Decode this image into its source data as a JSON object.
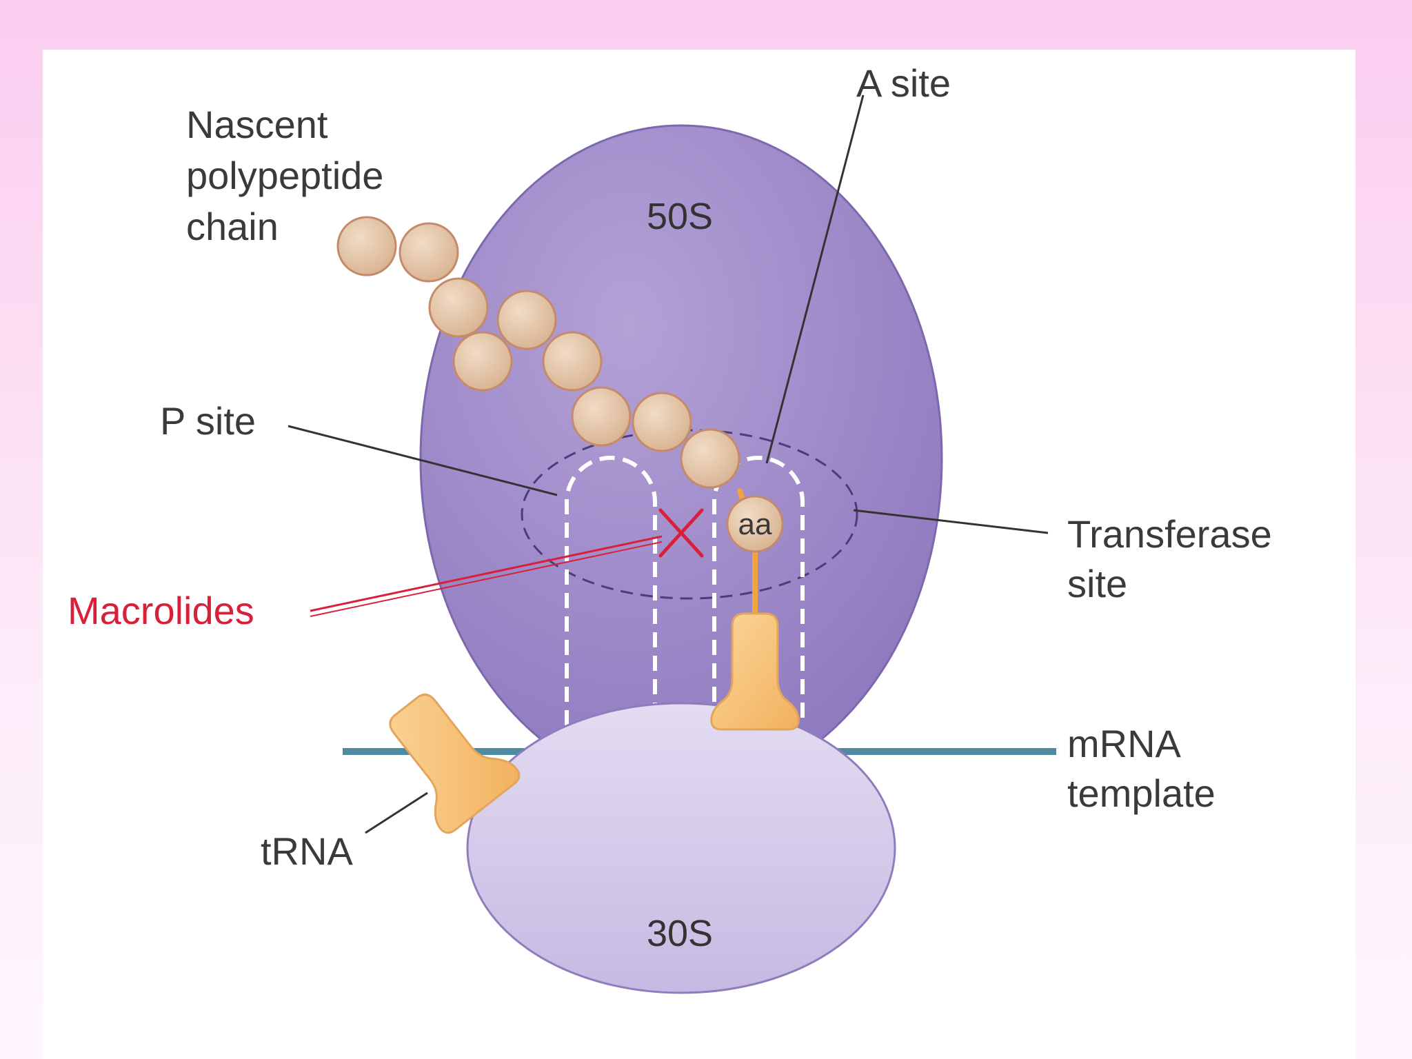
{
  "labels": {
    "nascent_line1": "Nascent",
    "nascent_line2": "polypeptide",
    "nascent_line3": "chain",
    "a_site": "A site",
    "subunit_50s": "50S",
    "subunit_30s": "30S",
    "p_site": "P site",
    "transferase_line1": "Transferase",
    "transferase_line2": "site",
    "macrolides": "Macrolides",
    "mrna_line1": "mRNA",
    "mrna_line2": "template",
    "trna": "tRNA",
    "amino_acid": "aa"
  },
  "colors": {
    "subunit_50s": "#9b86c8",
    "subunit_30s": "#d6cdeb",
    "polypeptide_bead": "#e2c4a6",
    "bead_outline": "#c48a6a",
    "trna": "#f8c277",
    "mrna": "#4f8aa2",
    "inhibition": "#d8203a",
    "leader_line": "#333333"
  }
}
